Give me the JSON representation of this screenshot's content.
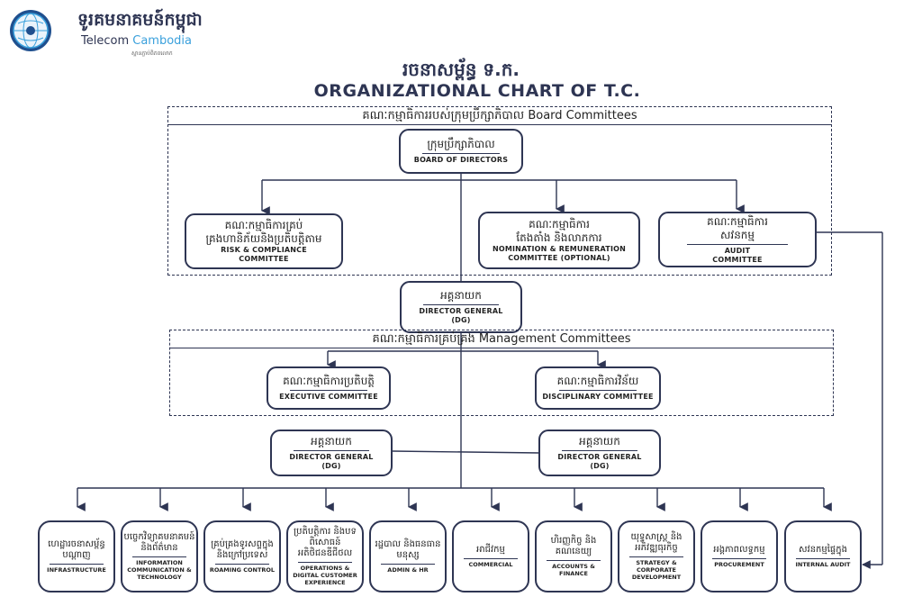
{
  "header": {
    "brand_kh": "ទូរគមនាគមន៍កម្ពុជា",
    "brand_en_1": "Telecom",
    "brand_en_2": "Cambodia",
    "tagline": "ស្ពានភ្ជាប់ពិភពលោក",
    "title_kh": "រចនាសម្ព័ន្ធ ទ.ក.",
    "title_en": "ORGANIZATIONAL CHART OF T.C."
  },
  "board_frame": {
    "title": "គណៈកម្មាធិការរបស់ក្រុមប្រឹក្សាភិបាល Board Committees"
  },
  "board": {
    "kh": "ក្រុមប្រឹក្សាភិបាល",
    "en": "BOARD OF DIRECTORS"
  },
  "board_committees": [
    {
      "kh1": "គណៈកម្មាធិការគ្រប់",
      "kh2": "គ្រងហានិភ័យនិងប្រតិបត្តិតាម",
      "en1": "RISK & COMPLIANCE",
      "en2": "COMMITTEE"
    },
    {
      "kh1": "គណៈកម្មាធិការ",
      "kh2": "តែងតាំង និងលាភការ",
      "en1": "NOMINATION & REMUNERATION",
      "en2": "COMMITTEE (OPTIONAL)"
    },
    {
      "kh1": "គណៈកម្មាធិការ",
      "kh2": "សវនកម្ម",
      "en1": "AUDIT",
      "en2": "COMMITTEE"
    }
  ],
  "dg": {
    "kh": "អគ្គនាយក",
    "en1": "DIRECTOR GENERAL",
    "en2": "(DG)"
  },
  "mgmt_frame": {
    "title": "គណៈកម្មាធិការគ្រប់គ្រង Management Committees"
  },
  "mgmt_committees": [
    {
      "kh": "គណៈកម្មាធិការប្រតិបត្តិ",
      "en": "EXECUTIVE COMMITTEE"
    },
    {
      "kh": "គណៈកម្មាធិការវិន័យ",
      "en": "DISCIPLINARY COMMITTEE"
    }
  ],
  "deputies": [
    {
      "kh": "អគ្គនាយក",
      "en1": "DIRECTOR GENERAL",
      "en2": "(DG)"
    },
    {
      "kh": "អគ្គនាយក",
      "en1": "DIRECTOR GENERAL",
      "en2": "(DG)"
    }
  ],
  "departments": [
    {
      "kh": "ហេដ្ឋារចនាសម្ព័ន្ធបណ្តាញ",
      "en": "INFRASTRUCTURE"
    },
    {
      "kh": "បច្ចេកវិទ្យាគមនាគមន៍និងព័ត៌មាន",
      "en": "INFORMATION COMMUNICATION & TECHNOLOGY"
    },
    {
      "kh": "គ្រប់គ្រងទូរសព្ទក្នុងនិងក្រៅប្រទេស",
      "en": "ROAMING CONTROL"
    },
    {
      "kh": "ប្រតិបត្តិការ និងបទពិសោធន៍អតិថិជនឌីជីថល",
      "en": "OPERATIONS & DIGITAL CUSTOMER EXPERIENCE"
    },
    {
      "kh": "រដ្ឋបាល និងធនធានមនុស្ស",
      "en": "ADMIN & HR"
    },
    {
      "kh": "អាជីវកម្ម",
      "en": "COMMERCIAL"
    },
    {
      "kh": "ហិរញ្ញកិច្ច និងគណនេយ្យ",
      "en": "ACCOUNTS & FINANCE"
    },
    {
      "kh": "យុទ្ធសាស្ត្រ និងអភិវឌ្ឍធុរកិច្ច",
      "en": "STRATEGY & CORPORATE DEVELOPMENT"
    },
    {
      "kh": "អង្គភាពលទ្ធកម្ម",
      "en": "PROCUREMENT"
    },
    {
      "kh": "សវនកម្មផ្ទៃក្នុង",
      "en": "INTERNAL AUDIT"
    }
  ],
  "colors": {
    "primary": "#2e3553",
    "accent": "#3aa0dc",
    "background": "#ffffff"
  },
  "icons": {
    "logo": "telecom-cambodia-globe-logo"
  }
}
